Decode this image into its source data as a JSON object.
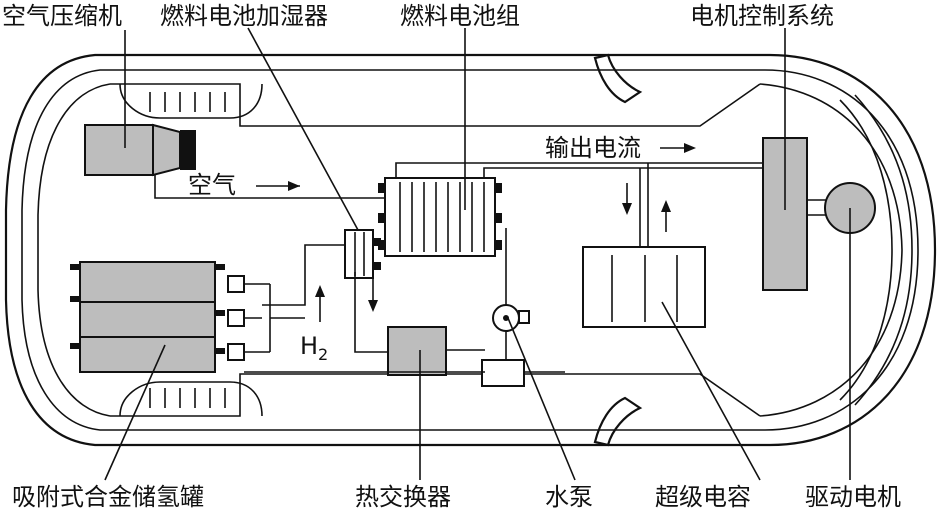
{
  "labels": {
    "air_compressor": "空气压缩机",
    "humidifier": "燃料电池加湿器",
    "fuel_cell_stack": "燃料电池组",
    "motor_controller": "电机控制系统",
    "air": "空气",
    "output_current": "输出电流",
    "h2_main": "H",
    "h2_sub": "2",
    "hydride_tank": "吸附式合金储氢罐",
    "heat_exchanger": "热交换器",
    "water_pump": "水泵",
    "supercapacitor": "超级电容",
    "drive_motor": "驱动电机"
  },
  "colors": {
    "component_fill": "#bdbdbd",
    "line": "#111111"
  }
}
